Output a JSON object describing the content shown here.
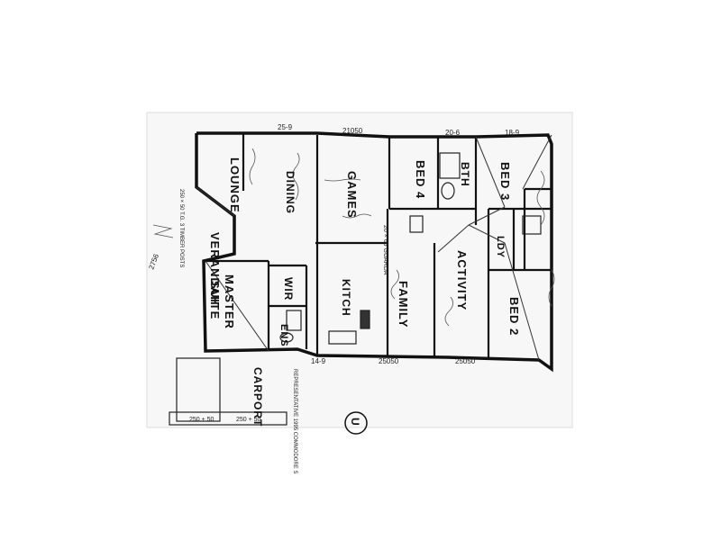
{
  "plan": {
    "rooms": {
      "lounge": "LOUNGE",
      "dining": "DINING",
      "games": "GAMES",
      "bed4": "BED 4",
      "bth": "BTH",
      "bed3": "BED 3",
      "verandah": "VERANDAH",
      "master_suite_1": "MASTER",
      "master_suite_2": "SUITE",
      "wir": "WIR",
      "kitch": "KITCH",
      "family": "FAMILY",
      "activity": "ACTIVITY",
      "bed2": "BED 2",
      "ens": "ENS",
      "ldy": "LDY",
      "carport": "CARPORT"
    },
    "dimensions": {
      "top_1": "25-9",
      "top_2": "21050",
      "top_3": "20-6",
      "top_4": "18-9",
      "bottom_1": "14-9",
      "bottom_2": "25050",
      "bottom_3": "25050",
      "carport_1": "250 + 50",
      "carport_2": "250 + 50",
      "side_dim": "2756"
    },
    "notes": {
      "note_left": "250 × 50 T.G. 3 TIMBER POSTS",
      "note_carport": "REPRESENTATIVE 1995 COMMODORE S",
      "note_family": "20 × 65 GUARDA",
      "compass": "U"
    },
    "colors": {
      "ink": "#111111",
      "paper": "#ffffff",
      "scan_bg": "#f6f6f6"
    }
  }
}
